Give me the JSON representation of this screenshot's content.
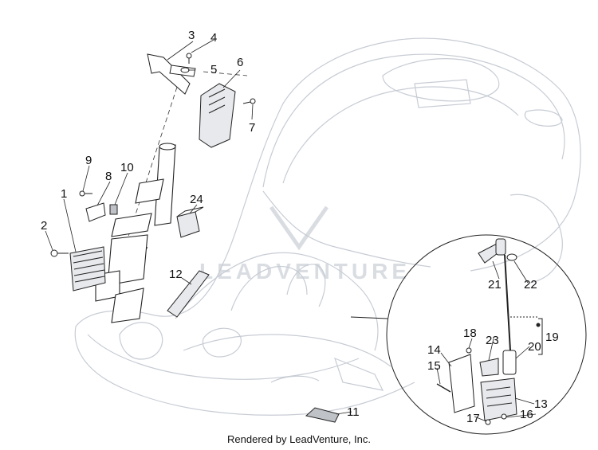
{
  "watermark": "LEADVENTURE",
  "credit": "Rendered by LeadVenture, Inc.",
  "callouts": {
    "n1": "1",
    "n2": "2",
    "n3": "3",
    "n4": "4",
    "n5": "5",
    "n6": "6",
    "n7": "7",
    "n8": "8",
    "n9": "9",
    "n10": "10",
    "n11": "11",
    "n12": "12",
    "n13": "13",
    "n14": "14",
    "n15": "15",
    "n16": "16",
    "n17": "17",
    "n18": "18",
    "n19": "19",
    "n20": "20",
    "n21": "21",
    "n22": "22",
    "n23": "23",
    "n24": "24"
  },
  "colors": {
    "body_outline": "#c7ccd4",
    "part_line": "#222222",
    "part_shade": "#bfc3c8"
  }
}
